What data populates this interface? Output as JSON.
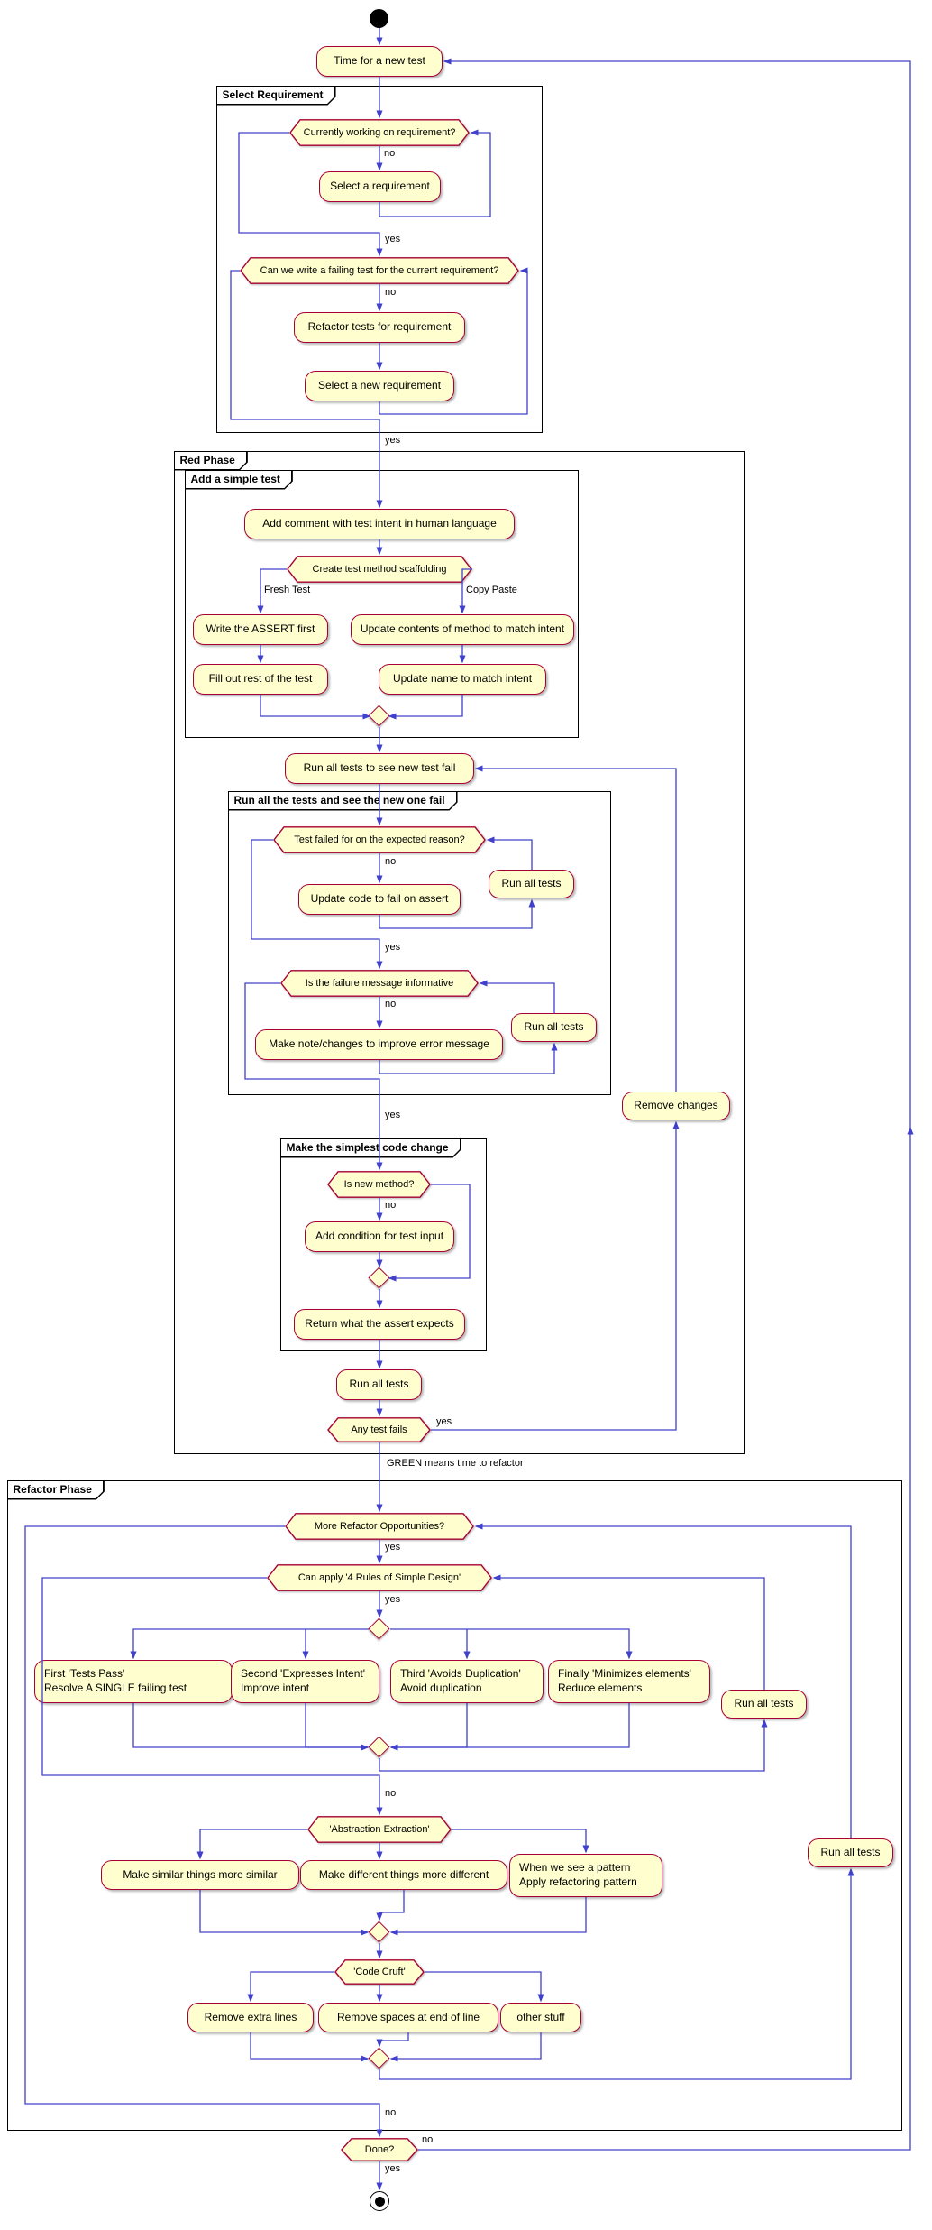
{
  "colors": {
    "node_fill": "#FEFECE",
    "node_border": "#A80036",
    "edge": "#4040CC",
    "partition_border": "#000000"
  },
  "labels": {
    "yes": "yes",
    "no": "no",
    "fresh_test": "Fresh Test",
    "copy_paste": "Copy Paste",
    "green_note": "GREEN means time to refactor"
  },
  "partitions": {
    "select_requirement": "Select Requirement",
    "red_phase": "Red Phase",
    "add_simple_test": "Add a simple test",
    "run_all_tests_partition": "Run all the tests and see the new one fail",
    "simplest_change": "Make the simplest code change",
    "refactor_phase": "Refactor Phase"
  },
  "activities": {
    "time_for_new_test": "Time for a new test",
    "select_a_requirement": "Select a requirement",
    "refactor_tests_for_requirement": "Refactor tests for requirement",
    "select_a_new_requirement": "Select a new requirement",
    "add_comment_with_test_intent": "Add comment with test intent in human language",
    "write_the_assert_first": "Write the ASSERT first",
    "fill_out_rest_of_the_test": "Fill out rest of the test",
    "update_contents_of_method": "Update contents of method to match intent",
    "update_name_to_match_intent": "Update name to match intent",
    "run_all_tests_to_see_new_test_fail": "Run all tests to see new test fail",
    "update_code_to_fail_on_assert": "Update code to fail on assert",
    "run_all_tests": "Run all tests",
    "make_note_changes_improve_error": "Make note/changes to improve error message",
    "add_condition_for_test_input": "Add condition for test input",
    "return_what_the_assert_expects": "Return what the assert expects",
    "remove_changes": "Remove changes",
    "rule_tests_pass": "First 'Tests Pass'\nResolve A SINGLE failing test",
    "rule_expresses_intent": "Second 'Expresses Intent'\nImprove intent",
    "rule_avoids_duplication": "Third 'Avoids Duplication'\nAvoid duplication",
    "rule_minimizes_elements": "Finally 'Minimizes elements'\nReduce elements",
    "make_similar_things_more_similar": "Make similar things more similar",
    "make_different_things_more_different": "Make different things more different",
    "when_we_see_a_pattern": "When we see a pattern\nApply refactoring pattern",
    "remove_extra_lines": "Remove extra lines",
    "remove_spaces_at_end_of_line": "Remove spaces at end of line",
    "other_stuff": "other stuff"
  },
  "decisions": {
    "currently_working": "Currently working on requirement?",
    "can_write_failing_test": "Can we write a failing test for the current requirement?",
    "create_test_method_scaffolding": "Create test method scaffolding",
    "test_failed_expected_reason": "Test failed for on the expected reason?",
    "failure_message_informative": "Is the failure message informative",
    "is_new_method": "Is new method?",
    "any_test_fails": "Any test fails",
    "more_refactor_opportunities": "More Refactor Opportunities?",
    "can_apply_4_rules": "Can apply '4 Rules of Simple Design'",
    "abstraction_extraction": "'Abstraction Extraction'",
    "code_cruft": "'Code Cruft'",
    "done": "Done?"
  }
}
